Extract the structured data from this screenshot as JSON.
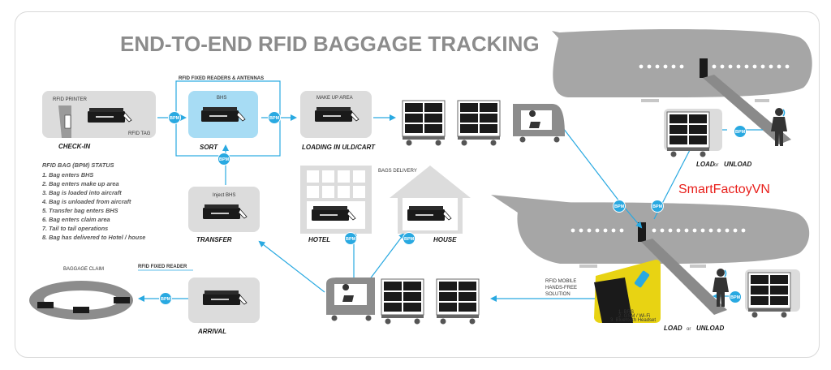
{
  "title": "END-TO-END RFID BAGGAGE TRACKING",
  "brand": "SmartFactoyVN",
  "stations": {
    "checkin": {
      "label": "CHECK-IN",
      "printer": "RFID PRINTER",
      "tag": "RFID TAG"
    },
    "sort": {
      "label": "SORT",
      "box": "BHS",
      "readers": "RFID FIXED READERS & ANTENNAS"
    },
    "loading": {
      "label": "LOADING IN ULD/CART",
      "box": "MAKE UP AREA"
    },
    "transfer": {
      "label": "TRANSFER",
      "box": "Inject BHS"
    },
    "hotel": {
      "label": "HOTEL"
    },
    "house": {
      "label": "HOUSE"
    },
    "delivery": "BAGS DELIVERY",
    "arrival": {
      "label": "ARRIVAL"
    },
    "claim": {
      "label": "BAGGAGE CLAIM",
      "reader": "RFID FIXED READER"
    },
    "mobile": {
      "line1": "RFID MOBILE",
      "line2": "HANDS-FREE",
      "line3": "SOLUTION"
    },
    "phone": {
      "l1": "1. BRS",
      "l2": "2. GSM / Wi-Fi",
      "l3": "3. Bluetooth Headset"
    }
  },
  "load_top": {
    "load": "LOAD",
    "or": "or",
    "unload": "UNLOAD"
  },
  "load_bottom": {
    "load": "LOAD",
    "or": "or",
    "unload": "UNLOAD"
  },
  "bpm": "BPM",
  "status": {
    "heading": "RFID BAG (BPM) STATUS",
    "items": [
      "1. Bag enters BHS",
      "2. Bag enters make up area",
      "3. Bag is loaded into aircraft",
      "4. Bag is unloaded from aircraft",
      "5. Transfer bag enters BHS",
      "6. Bag enters claim area",
      "7. Tail to tail operations",
      "8. Bag has delivered to Hotel / house"
    ]
  },
  "colors": {
    "accent": "#29a9e1",
    "gray": "#b3b3b3",
    "panel": "#dcdcdc",
    "highlight": "#a7dcf4",
    "dark": "#1a1a1a",
    "brand": "#e8201c"
  }
}
